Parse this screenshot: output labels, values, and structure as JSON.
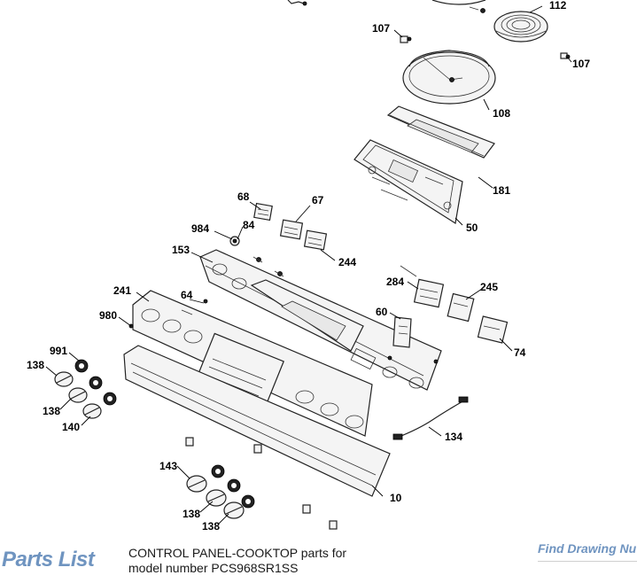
{
  "diagram": {
    "callouts": {
      "c112": "112",
      "c107a": "107",
      "c107b": "107",
      "c108": "108",
      "c181": "181",
      "c50": "50",
      "c68": "68",
      "c67": "67",
      "c984": "984",
      "c84": "84",
      "c244": "244",
      "c153": "153",
      "c284": "284",
      "c245": "245",
      "c241": "241",
      "c64": "64",
      "c980": "980",
      "c60": "60",
      "c74": "74",
      "c991": "991",
      "c138a": "138",
      "c138b": "138",
      "c140": "140",
      "c134": "134",
      "c143": "143",
      "c10": "10",
      "c138c": "138",
      "c138d": "138"
    }
  },
  "footer": {
    "heading": "Parts List",
    "description_line1": "CONTROL PANEL-COOKTOP parts for",
    "description_line2": "model number PCS968SR1SS",
    "find_link": "Find Drawing Nu"
  }
}
